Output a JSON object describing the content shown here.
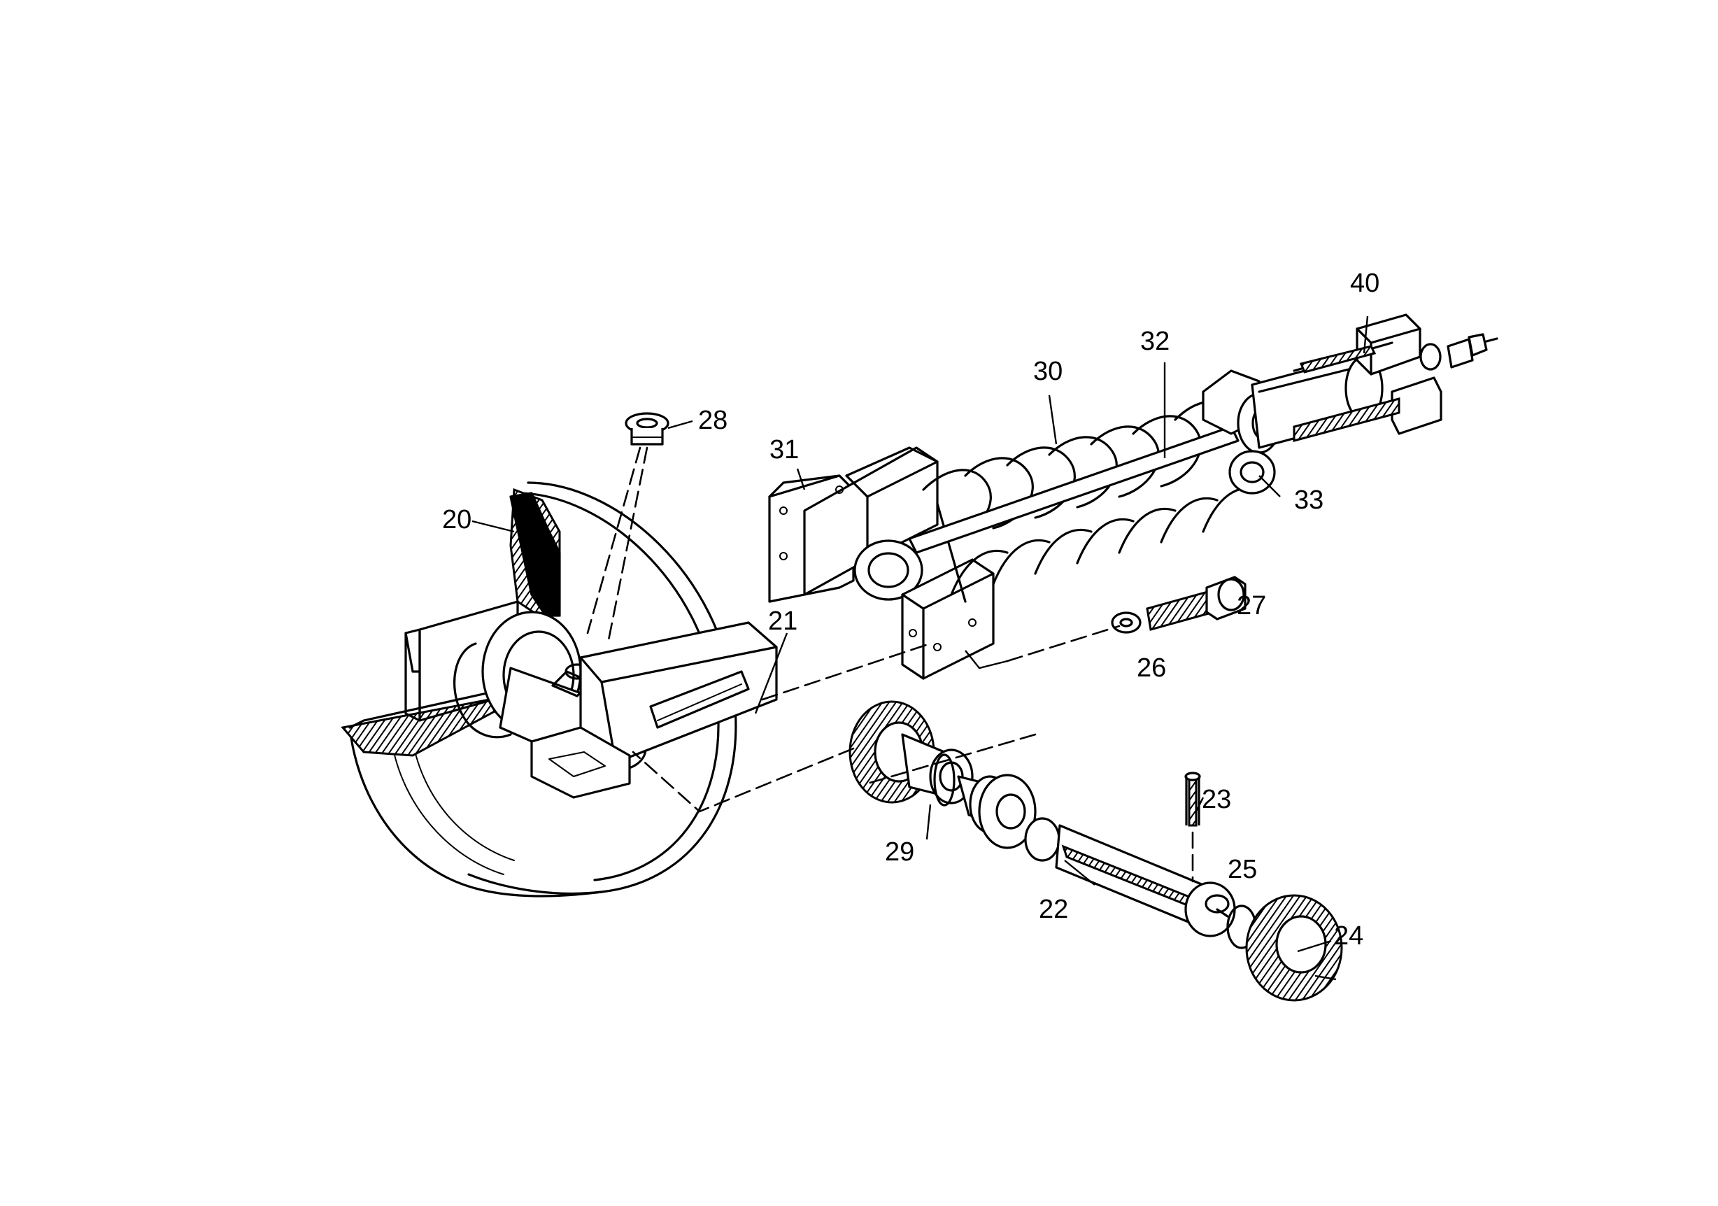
{
  "labels": {
    "p20": "20",
    "p21": "21",
    "p22": "22",
    "p23": "23",
    "p24": "24",
    "p25": "25",
    "p26": "26",
    "p27": "27",
    "p28": "28",
    "p29": "29",
    "p30": "30",
    "p31": "31",
    "p32": "32",
    "p33": "33",
    "p40": "40"
  },
  "colors": {
    "ink": "#000000",
    "paper": "#ffffff"
  }
}
